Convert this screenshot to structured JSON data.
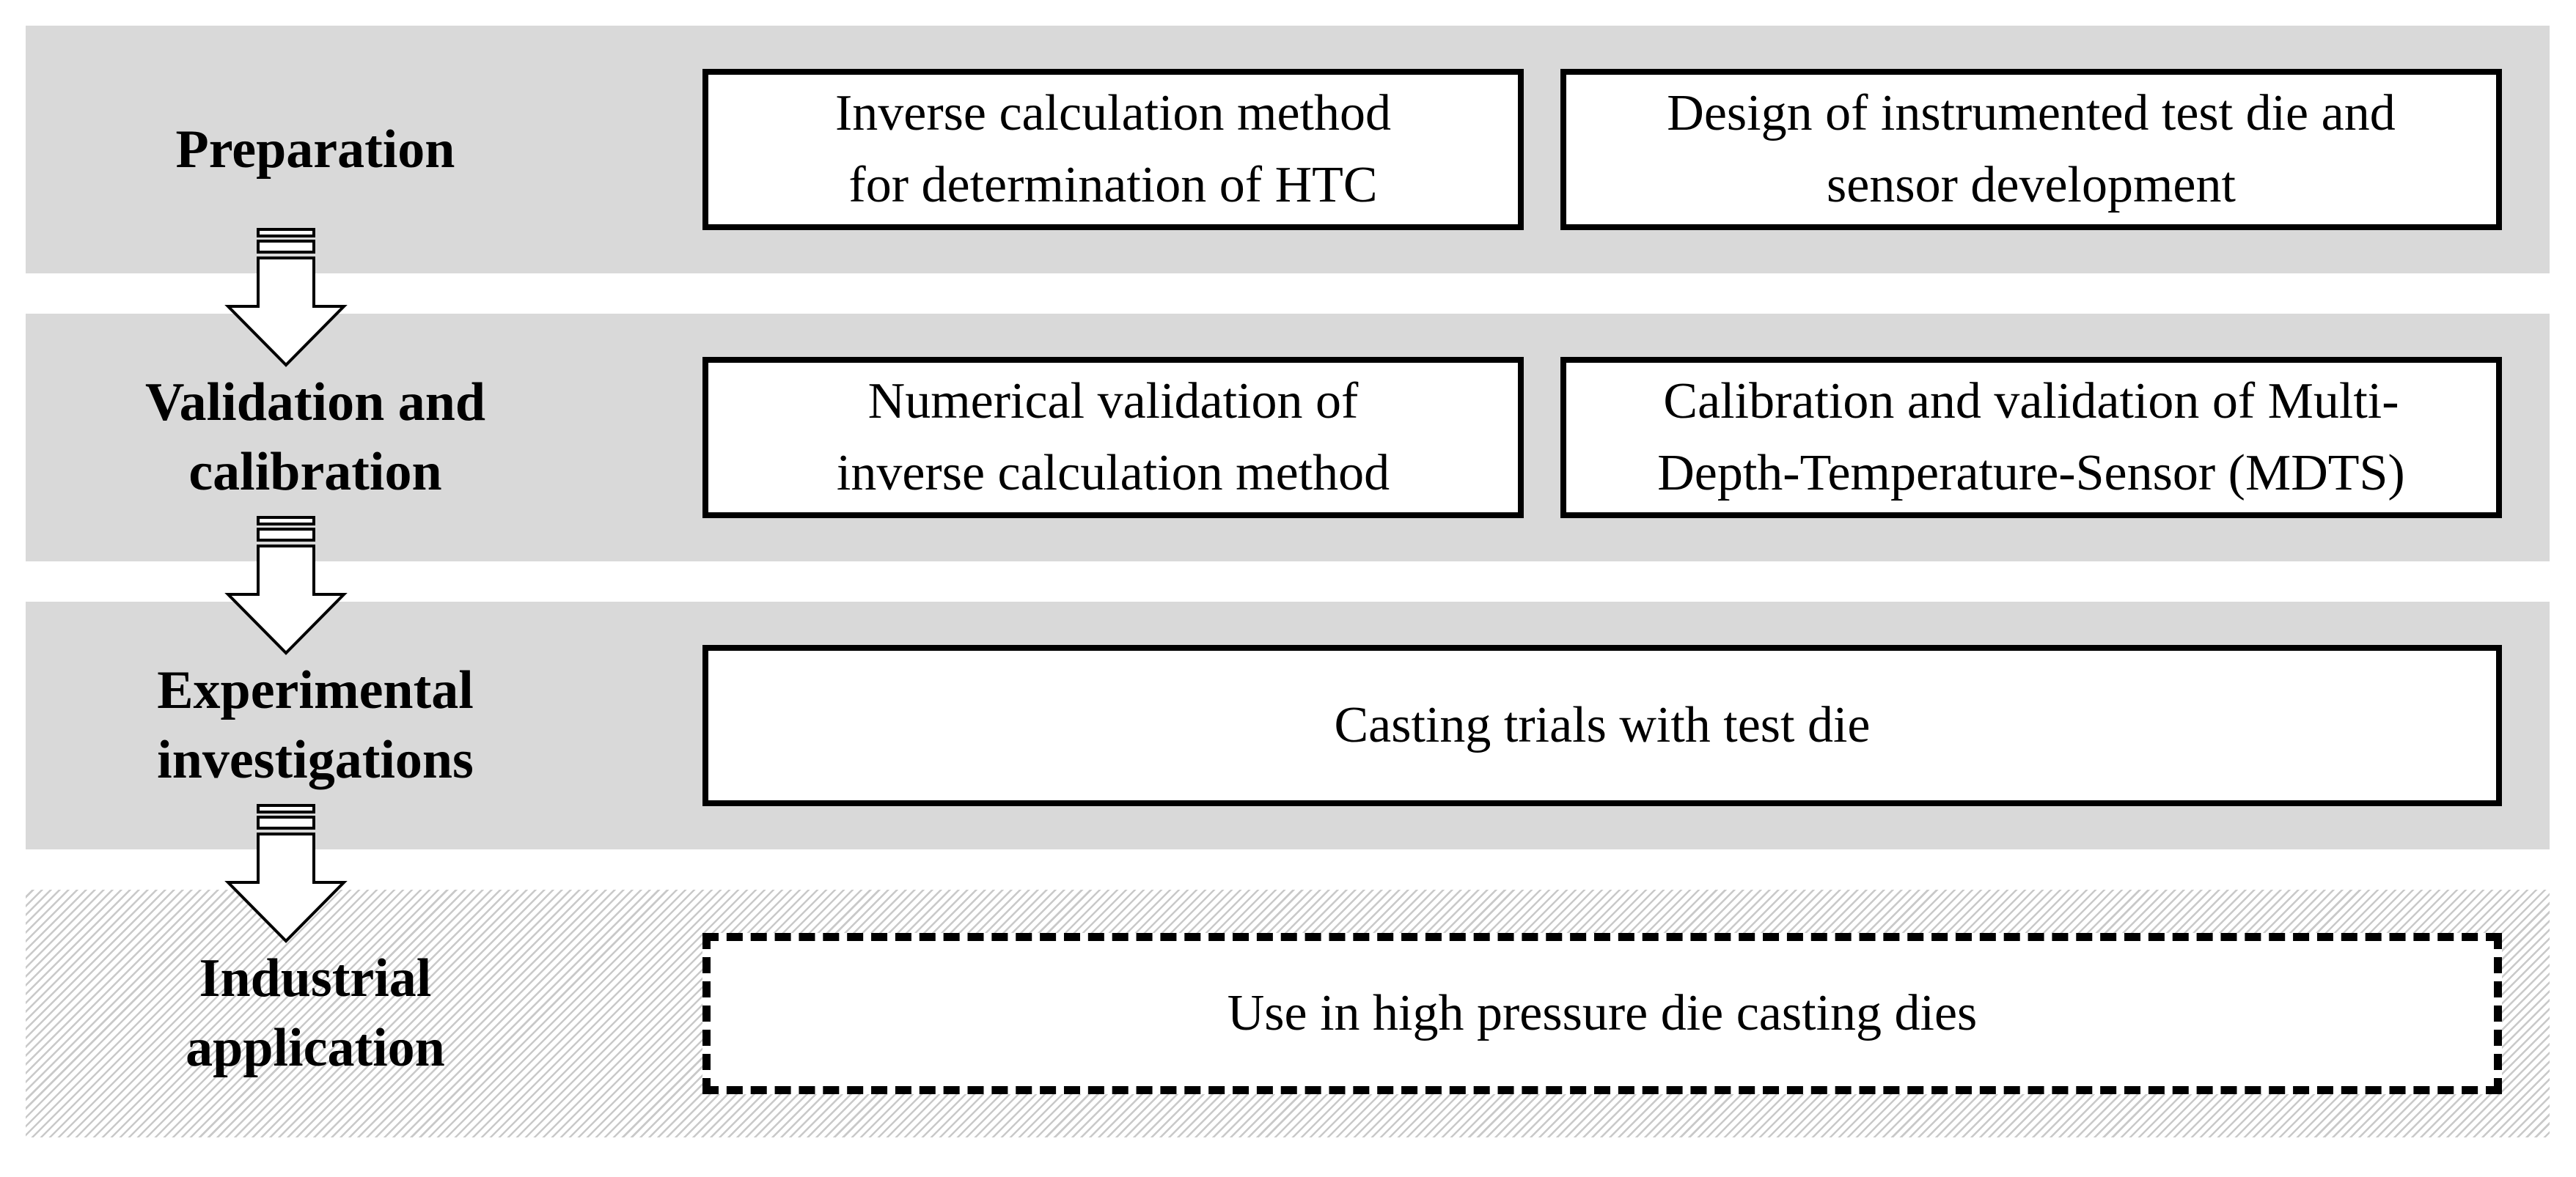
{
  "colors": {
    "band_gray": "#d9d9d9",
    "hatch_line": "#c9c9c9",
    "box_fill": "#ffffff",
    "box_border": "#000000",
    "text": "#000000"
  },
  "rows": [
    {
      "stage": {
        "lines": [
          "Preparation"
        ]
      },
      "boxes": [
        {
          "lines": [
            "Inverse calculation method",
            "for determination of HTC"
          ]
        },
        {
          "lines": [
            "Design of instrumented test die and",
            "sensor development"
          ]
        }
      ]
    },
    {
      "stage": {
        "lines": [
          "Validation and",
          "calibration"
        ]
      },
      "boxes": [
        {
          "lines": [
            "Numerical validation of",
            "inverse calculation method"
          ]
        },
        {
          "lines": [
            "Calibration and validation of Multi-",
            "Depth-Temperature-Sensor (MDTS)"
          ]
        }
      ]
    },
    {
      "stage": {
        "lines": [
          "Experimental",
          "investigations"
        ]
      },
      "boxes": [
        {
          "lines": [
            "Casting trials with test die"
          ]
        }
      ]
    },
    {
      "stage": {
        "lines": [
          "Industrial",
          "application"
        ]
      },
      "boxes": [
        {
          "lines": [
            "Use in high pressure die casting dies"
          ]
        }
      ]
    }
  ],
  "connectors": [
    {
      "icon": "striped-down-arrow",
      "from": "Preparation",
      "to": "Validation and calibration"
    },
    {
      "icon": "striped-down-arrow",
      "from": "Validation and calibration",
      "to": "Experimental investigations"
    },
    {
      "icon": "striped-down-arrow",
      "from": "Experimental investigations",
      "to": "Industrial application"
    }
  ]
}
